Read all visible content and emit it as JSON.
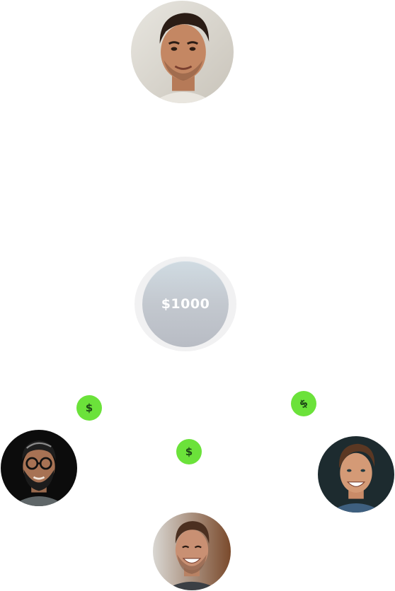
{
  "transfer": {
    "amount_label": "$1000"
  },
  "coins": {
    "left_symbol": "$",
    "center_symbol": "$",
    "right_symbol": "$"
  },
  "colors": {
    "coin": "#6be23a",
    "coin_symbol": "#1e4a17",
    "amount_gradient_top": "#d0dbe2",
    "amount_gradient_bottom": "#b8bcc4",
    "amount_ring": "#f1f1f2"
  },
  "icons": {
    "avatar_top": "man-with-slicked-hair-avatar",
    "avatar_left": "man-with-glasses-and-beard-avatar",
    "avatar_right": "smiling-man-brown-hair-avatar",
    "avatar_bottom": "smiling-man-stubble-avatar",
    "coin": "dollar-coin-icon"
  }
}
